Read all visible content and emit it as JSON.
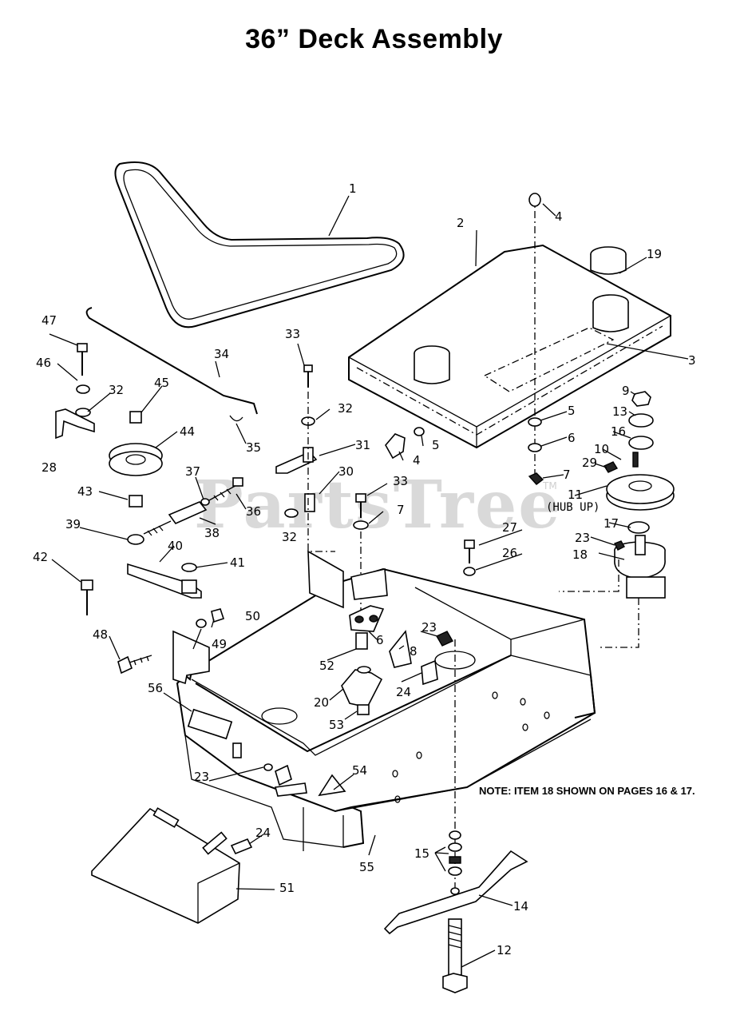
{
  "title": "36” Deck Assembly",
  "watermark": "PartsTree",
  "watermark_mark": "TM",
  "note": "NOTE: ITEM 18 SHOWN ON PAGES 16 & 17.",
  "hub_note": "(HUB UP)",
  "callouts": [
    {
      "id": "c1",
      "label": "1"
    },
    {
      "id": "c2",
      "label": "2"
    },
    {
      "id": "c3",
      "label": "3"
    },
    {
      "id": "c4a",
      "label": "4"
    },
    {
      "id": "c4b",
      "label": "4"
    },
    {
      "id": "c5a",
      "label": "5"
    },
    {
      "id": "c5b",
      "label": "5"
    },
    {
      "id": "c6a",
      "label": "6"
    },
    {
      "id": "c6b",
      "label": "6"
    },
    {
      "id": "c7a",
      "label": "7"
    },
    {
      "id": "c7b",
      "label": "7"
    },
    {
      "id": "c8",
      "label": "8"
    },
    {
      "id": "c9",
      "label": "9"
    },
    {
      "id": "c10",
      "label": "10"
    },
    {
      "id": "c11",
      "label": "11"
    },
    {
      "id": "c12",
      "label": "12"
    },
    {
      "id": "c13",
      "label": "13"
    },
    {
      "id": "c14",
      "label": "14"
    },
    {
      "id": "c15",
      "label": "15"
    },
    {
      "id": "c16",
      "label": "16"
    },
    {
      "id": "c17",
      "label": "17"
    },
    {
      "id": "c18",
      "label": "18"
    },
    {
      "id": "c19",
      "label": "19"
    },
    {
      "id": "c20",
      "label": "20"
    },
    {
      "id": "c23a",
      "label": "23"
    },
    {
      "id": "c23b",
      "label": "23"
    },
    {
      "id": "c23c",
      "label": "23"
    },
    {
      "id": "c24a",
      "label": "24"
    },
    {
      "id": "c24b",
      "label": "24"
    },
    {
      "id": "c26",
      "label": "26"
    },
    {
      "id": "c27",
      "label": "27"
    },
    {
      "id": "c28",
      "label": "28"
    },
    {
      "id": "c29",
      "label": "29"
    },
    {
      "id": "c30",
      "label": "30"
    },
    {
      "id": "c31",
      "label": "31"
    },
    {
      "id": "c32a",
      "label": "32"
    },
    {
      "id": "c32b",
      "label": "32"
    },
    {
      "id": "c32c",
      "label": "32"
    },
    {
      "id": "c33a",
      "label": "33"
    },
    {
      "id": "c33b",
      "label": "33"
    },
    {
      "id": "c34",
      "label": "34"
    },
    {
      "id": "c35",
      "label": "35"
    },
    {
      "id": "c36",
      "label": "36"
    },
    {
      "id": "c37",
      "label": "37"
    },
    {
      "id": "c38",
      "label": "38"
    },
    {
      "id": "c39",
      "label": "39"
    },
    {
      "id": "c40",
      "label": "40"
    },
    {
      "id": "c41",
      "label": "41"
    },
    {
      "id": "c42",
      "label": "42"
    },
    {
      "id": "c43",
      "label": "43"
    },
    {
      "id": "c44",
      "label": "44"
    },
    {
      "id": "c45",
      "label": "45"
    },
    {
      "id": "c46",
      "label": "46"
    },
    {
      "id": "c47",
      "label": "47"
    },
    {
      "id": "c48",
      "label": "48"
    },
    {
      "id": "c49",
      "label": "49"
    },
    {
      "id": "c50",
      "label": "50"
    },
    {
      "id": "c51",
      "label": "51"
    },
    {
      "id": "c52",
      "label": "52"
    },
    {
      "id": "c53",
      "label": "53"
    },
    {
      "id": "c54",
      "label": "54"
    },
    {
      "id": "c55",
      "label": "55"
    },
    {
      "id": "c56",
      "label": "56"
    }
  ]
}
